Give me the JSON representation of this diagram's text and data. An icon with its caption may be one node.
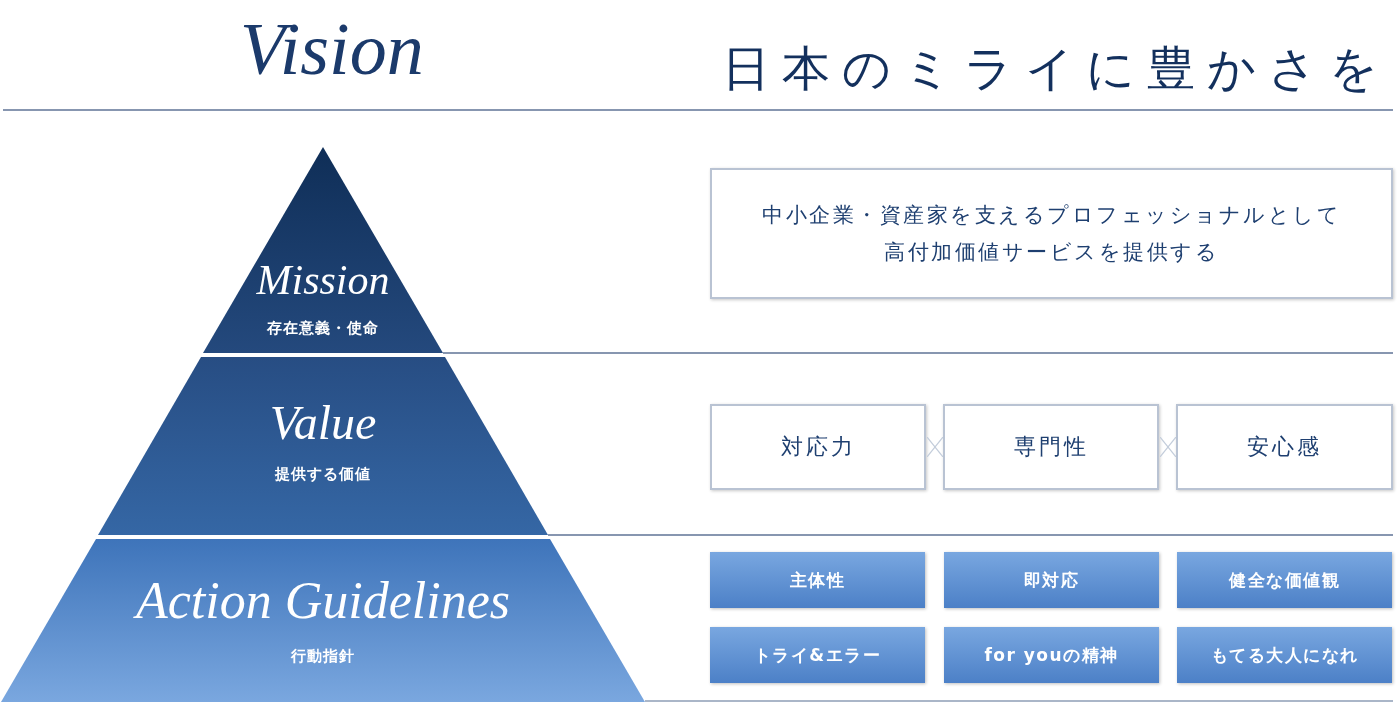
{
  "diagram": {
    "nodes": [
      {
        "text": [
          "Mission",
          "存在意義・使命"
        ]
      },
      {
        "text": [
          "中小企業・資産家を支えるプロフェッショナルとして高付加価値サービスを提供する"
        ]
      },
      {
        "text": [
          "Value",
          "提供する価値"
        ]
      },
      {
        "text": [
          "対応力"
        ]
      },
      {
        "text": [
          "専門性"
        ]
      },
      {
        "text": [
          "安心感"
        ]
      },
      {
        "text": [
          "Action Guidelines",
          "行動指針"
        ]
      },
      {
        "text": [
          "主体性"
        ]
      },
      {
        "text": [
          "即対応"
        ]
      },
      {
        "text": [
          "健全な価値観"
        ]
      },
      {
        "text": [
          "トライ&エラー"
        ]
      },
      {
        "text": [
          "for youの精神"
        ]
      },
      {
        "text": [
          "もてる大人になれ"
        ]
      }
    ],
    "labels": [
      "Vision",
      "日本のミライに豊かさを"
    ]
  }
}
